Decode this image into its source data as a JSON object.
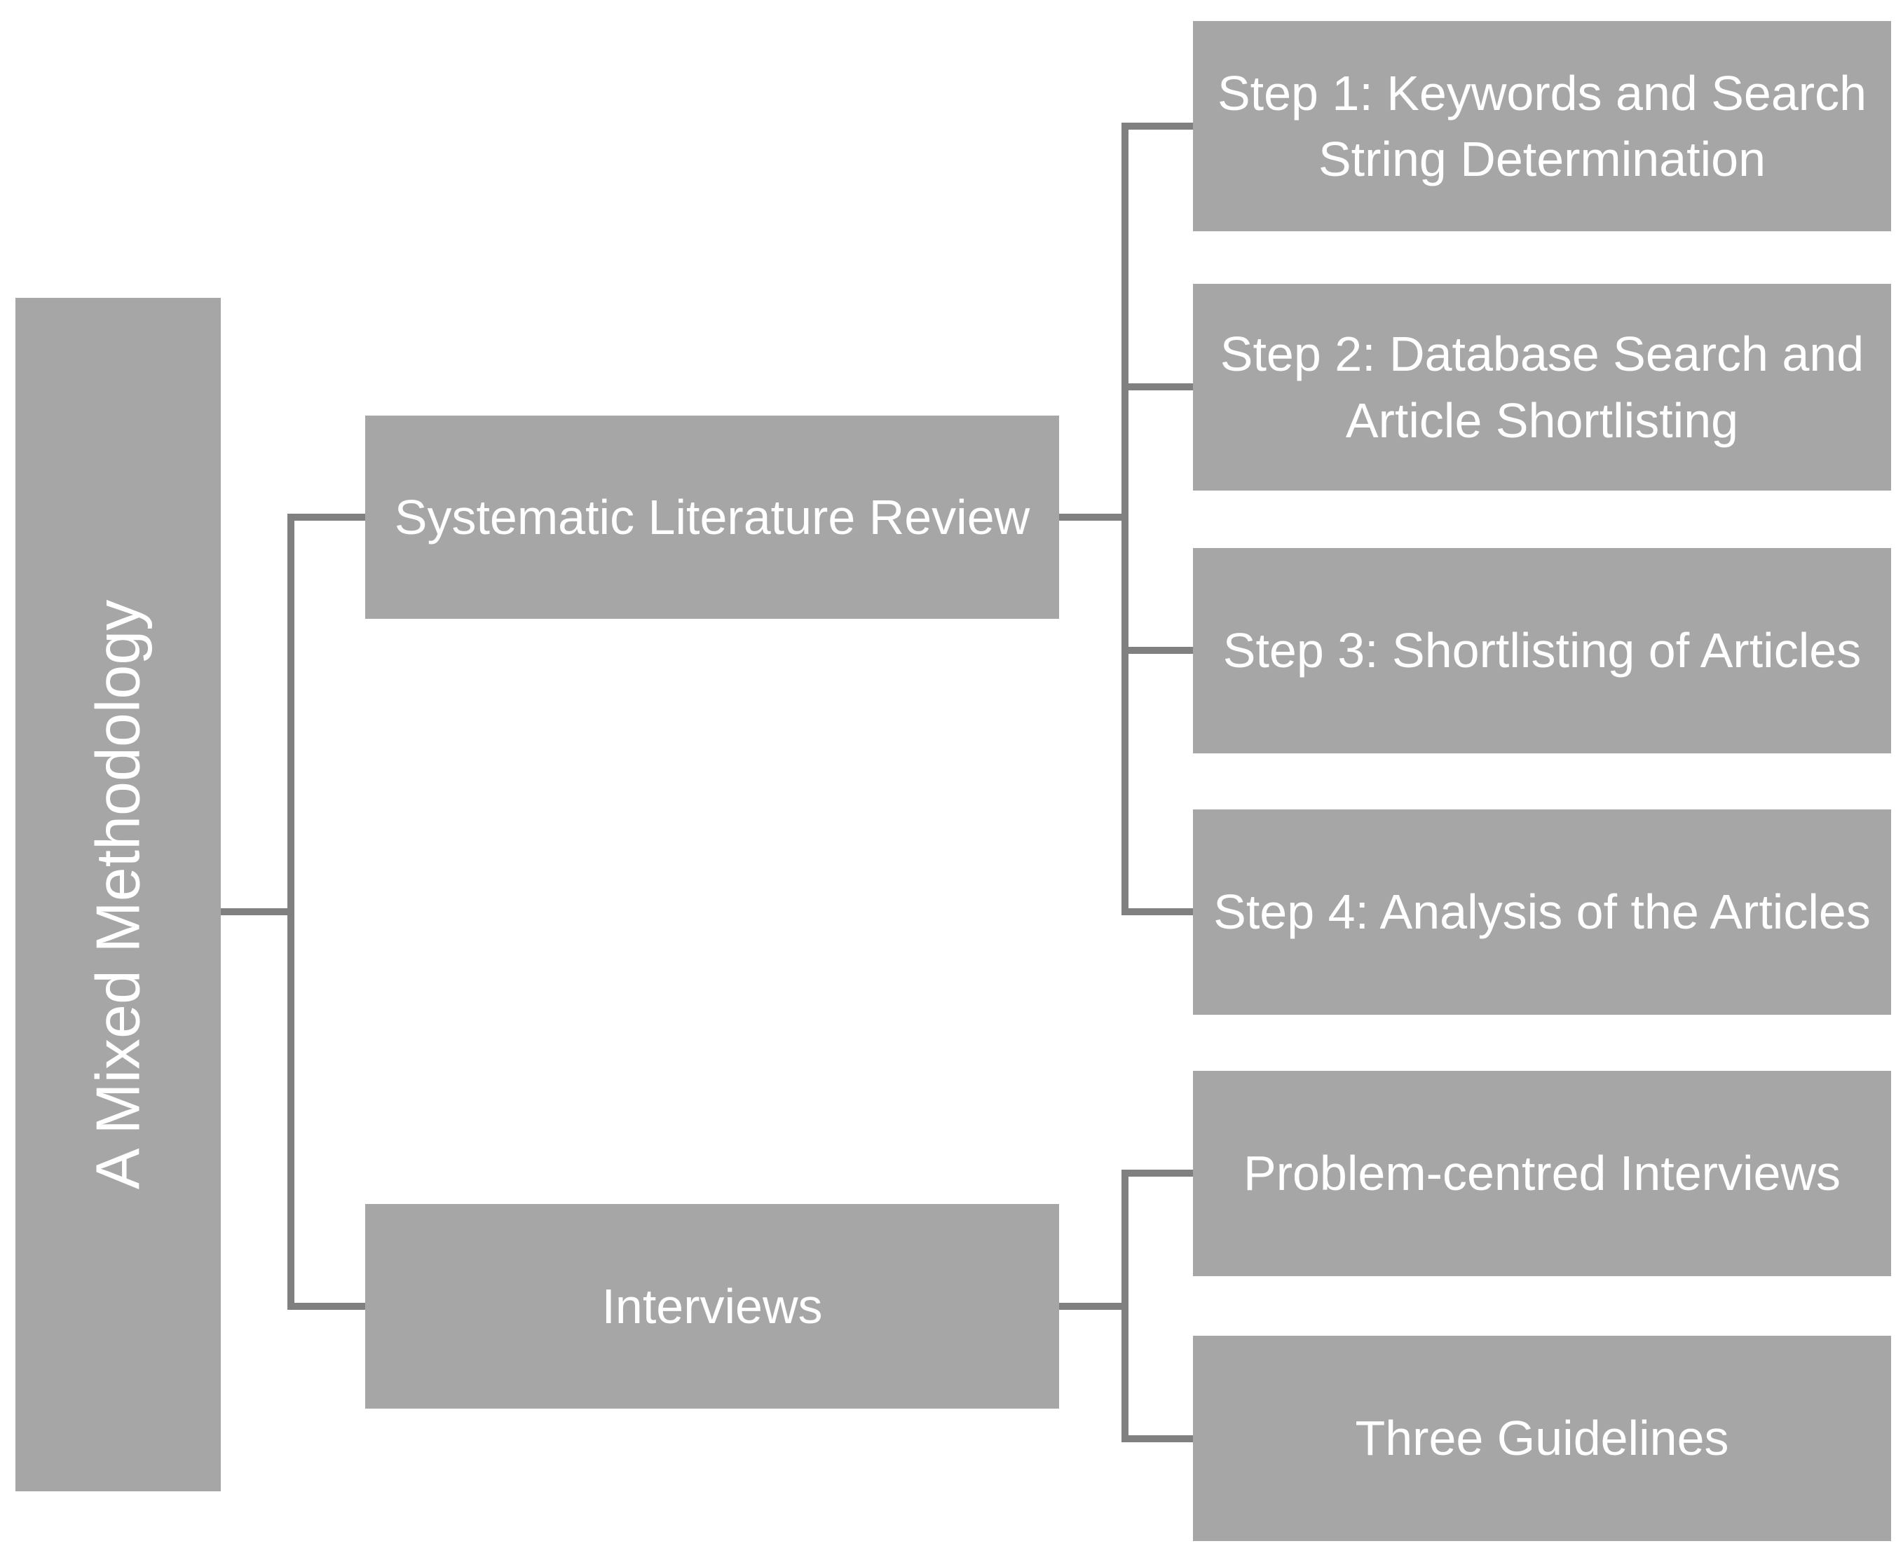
{
  "diagram": {
    "root": {
      "label": "A Mixed Methodology"
    },
    "branches": [
      {
        "label": "Systematic Literature Review",
        "children": [
          "Step 1: Keywords and Search String Determination",
          "Step 2: Database Search and Article Shortlisting",
          "Step 3: Shortlisting of Articles",
          "Step 4: Analysis of the Articles"
        ]
      },
      {
        "label": "Interviews",
        "children": [
          "Problem-centred Interviews",
          "Three Guidelines"
        ]
      }
    ],
    "colors": {
      "box_fill": "#a6a6a6",
      "connector": "#808080",
      "text": "#ffffff",
      "background": "#ffffff"
    }
  }
}
